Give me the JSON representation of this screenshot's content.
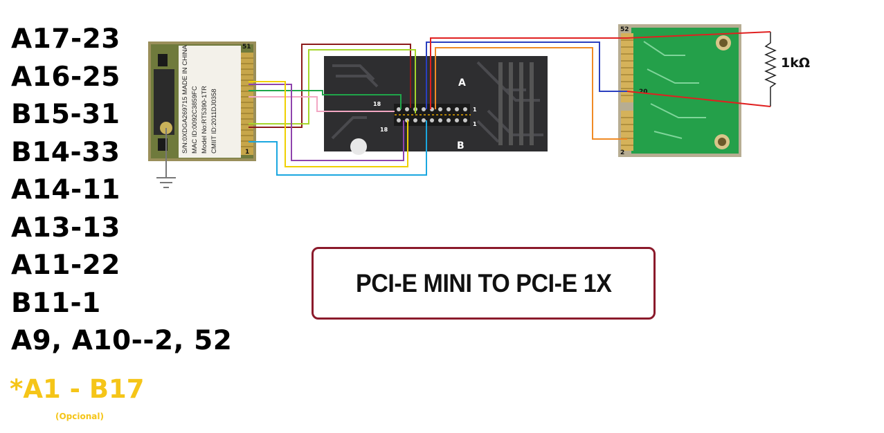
{
  "pin_map": [
    "A17-23",
    "A16-25",
    "B15-31",
    "B14-33",
    "A14-11",
    "A13-13",
    "A11-22",
    "B11-1",
    "A9, A10--2, 52"
  ],
  "optional": {
    "label": "*A1 - B17",
    "note": "(Opcional)"
  },
  "title": "PCI-E MINI TO PCI-E 1X",
  "mini_card": {
    "pin_top": "51",
    "pin_bottom": "1",
    "label_lines": [
      "S/N:0XDGA269715  MADE IN CHINA",
      "MAC ID:0092C3859FC",
      "Model No:RT5390-1TR",
      "CMIIT ID:2011DJ0358"
    ]
  },
  "slot": {
    "row_a": "A",
    "row_b": "B",
    "pin_18_top": "18",
    "pin_18_bottom": "18",
    "pin_1_top": "1",
    "pin_1_bottom": "1"
  },
  "adapter": {
    "pin_top": "52",
    "pin_mid": "20",
    "pin_bottom": "2",
    "resistor_label": "1kΩ"
  },
  "colors": {
    "wire_darkred": "#8b1a1a",
    "wire_lime": "#a5d62a",
    "wire_green": "#1fa64a",
    "wire_pink": "#f2a7c3",
    "wire_purple": "#8e44ad",
    "wire_yellow": "#f0d000",
    "wire_cyan": "#1aa7e0",
    "wire_blue": "#2a3fbf",
    "wire_red": "#e02020",
    "wire_orange": "#f08a24",
    "optional_text": "#f5c518",
    "title_border": "#8b1a2b"
  }
}
